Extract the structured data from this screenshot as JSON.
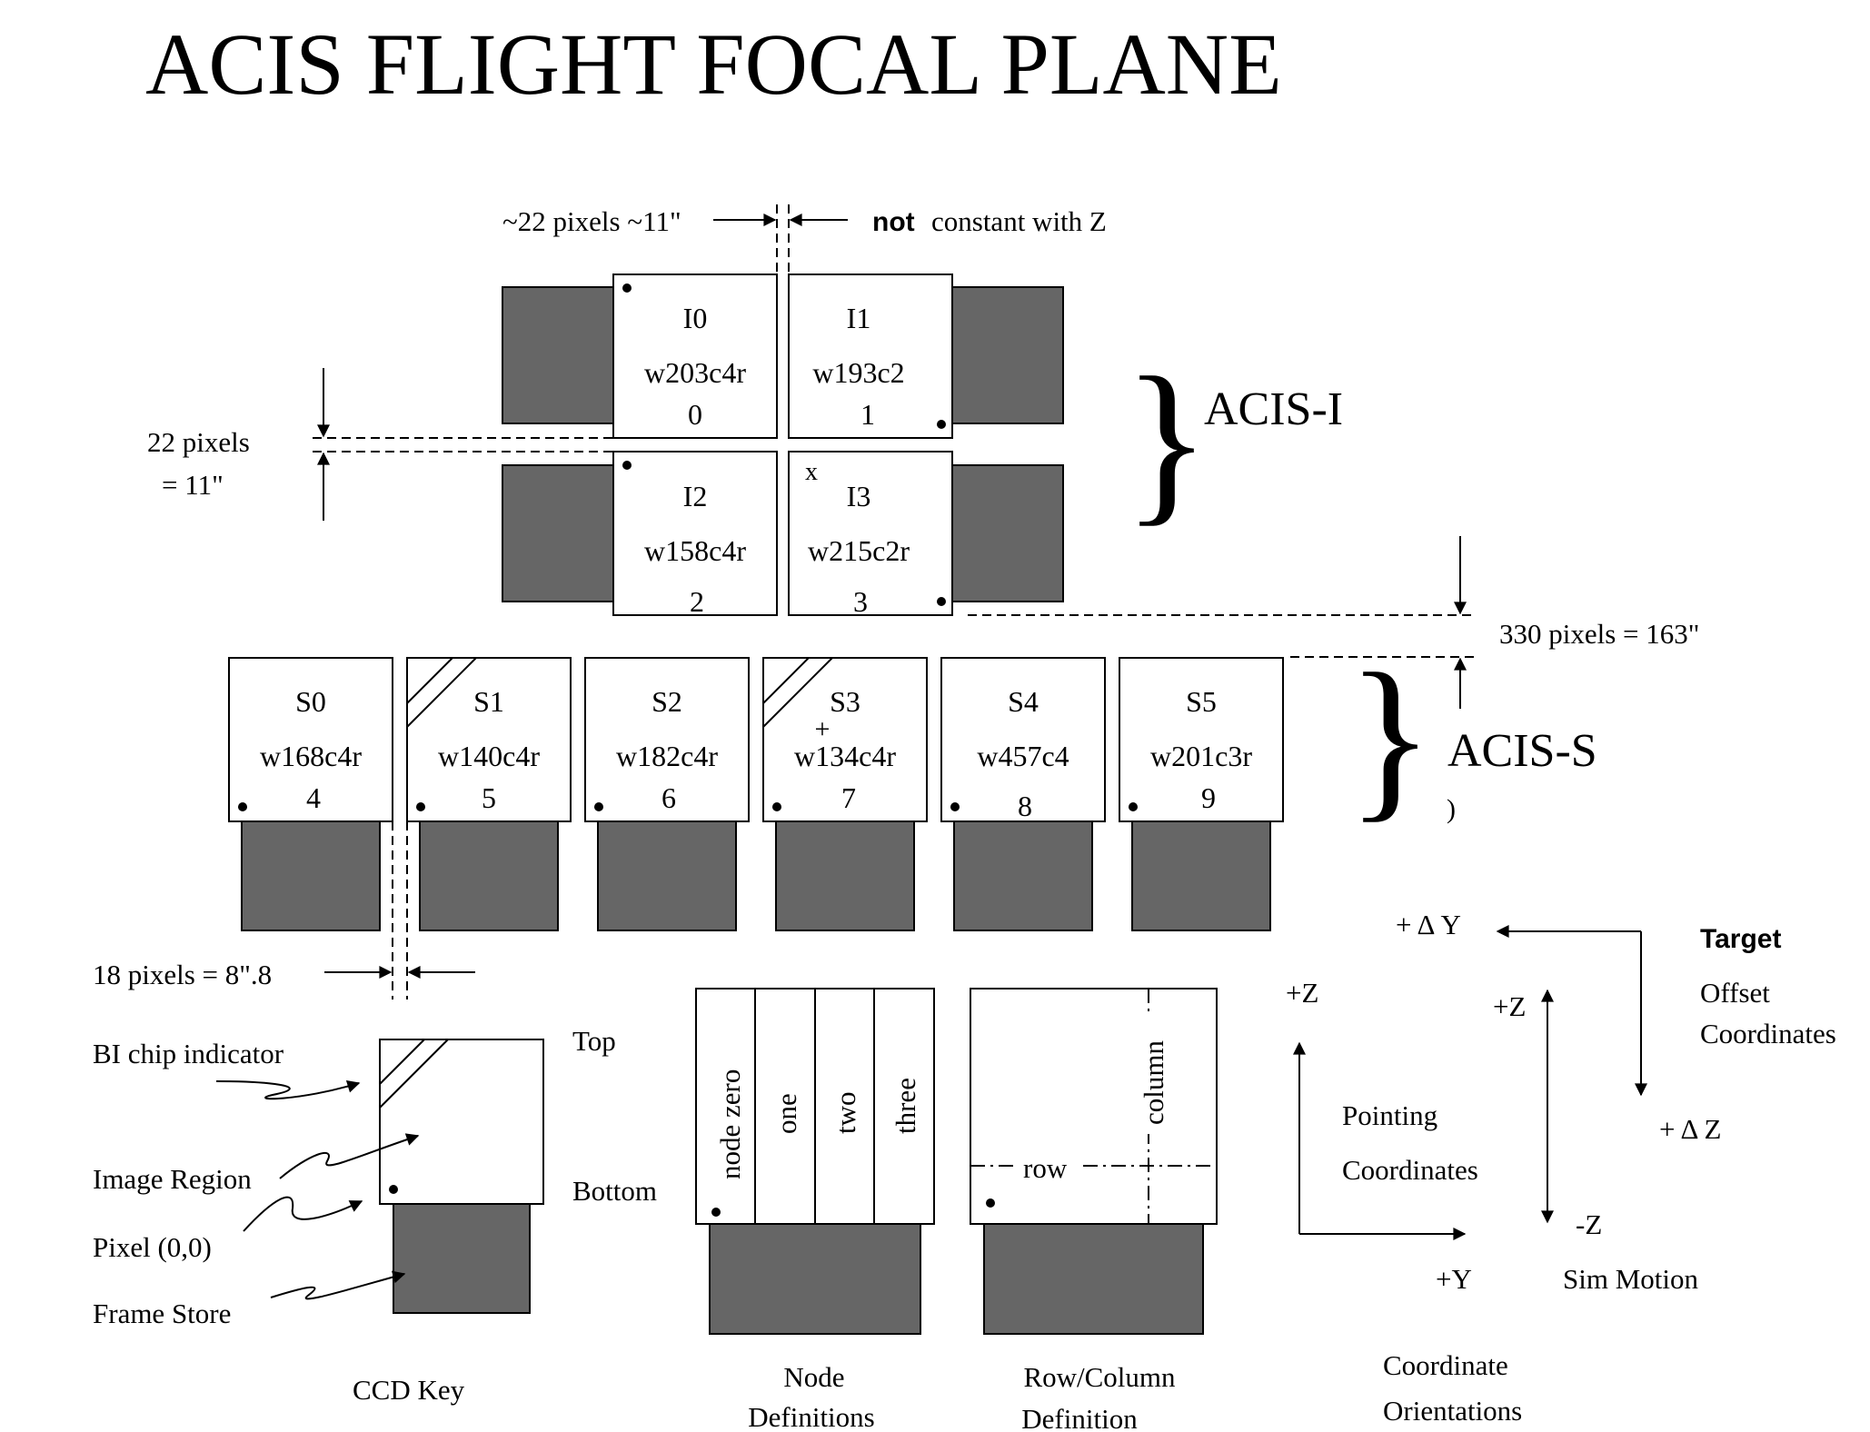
{
  "title": "ACIS FLIGHT FOCAL PLANE",
  "colors": {
    "frame_store": "#666666",
    "line": "#000000",
    "background": "#ffffff"
  },
  "gaps": {
    "i_gap_left": "~22 pixels ~11\"",
    "i_gap_not": "not",
    "i_gap_right": "constant with Z",
    "i_row_gap_line1": "22 pixels",
    "i_row_gap_line2": "= 11\"",
    "is_gap": "330 pixels = 163\"",
    "s_gap": "18 pixels = 8\".8"
  },
  "acis_i": {
    "label": "ACIS-I",
    "chips": [
      {
        "name": "I0",
        "serial": "w203c4r",
        "number": "0"
      },
      {
        "name": "I1",
        "serial": "w193c2",
        "number": "1"
      },
      {
        "name": "I2",
        "serial": "w158c4r",
        "number": "2"
      },
      {
        "name": "I3",
        "serial": "w215c2r",
        "number": "3",
        "mark": "x"
      }
    ]
  },
  "acis_s": {
    "label": "ACIS-S",
    "paren": ")",
    "chips": [
      {
        "name": "S0",
        "serial": "w168c4r",
        "number": "4"
      },
      {
        "name": "S1",
        "serial": "w140c4r",
        "number": "5",
        "bi": true
      },
      {
        "name": "S2",
        "serial": "w182c4r",
        "number": "6"
      },
      {
        "name": "S3",
        "serial": "w134c4r",
        "number": "7",
        "bi": true,
        "mark": "+"
      },
      {
        "name": "S4",
        "serial": "w457c4",
        "number": "8"
      },
      {
        "name": "S5",
        "serial": "w201c3r",
        "number": "9"
      }
    ]
  },
  "ccd_key": {
    "bi_chip_indicator": "BI chip indicator",
    "image_region": "Image Region",
    "pixel_origin": "Pixel (0,0)",
    "frame_store": "Frame Store",
    "top": "Top",
    "bottom": "Bottom",
    "caption": "CCD Key"
  },
  "node_definitions": {
    "nodes": [
      "node zero",
      "one",
      "two",
      "three"
    ],
    "caption_line1": "Node",
    "caption_line2": "Definitions"
  },
  "row_column": {
    "row": "row",
    "column": "column",
    "caption_line1": "Row/Column",
    "caption_line2": "Definition"
  },
  "coordinates": {
    "pointing_plus_z": "+Z",
    "pointing_plus_y": "+Y",
    "pointing_line1": "Pointing",
    "pointing_line2": "Coordinates",
    "sim_plus_z": "+Z",
    "sim_minus_z": "-Z",
    "sim_motion": "Sim Motion",
    "target_plus_dy": "+ Δ Y",
    "target_plus_dz": "+ Δ Z",
    "target_line1": "Target",
    "target_line2": "Offset",
    "target_line3": "Coordinates",
    "caption_line1": "Coordinate",
    "caption_line2": "Orientations"
  }
}
